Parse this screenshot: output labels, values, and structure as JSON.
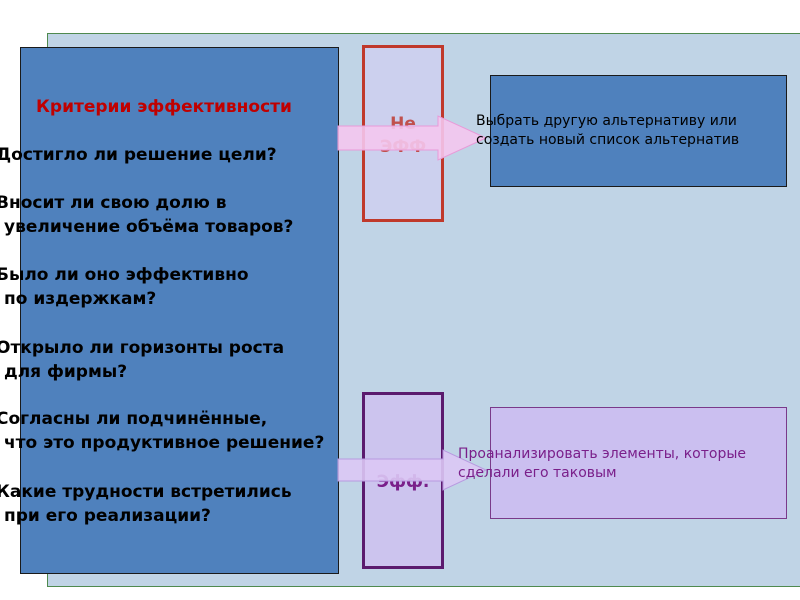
{
  "criteria": {
    "title": "Критерии эффективности",
    "questions": [
      {
        "line1": "Достигло ли решение цели?",
        "line2": ""
      },
      {
        "line1": "Вносит ли свою долю в",
        "line2": "увеличение объёма товаров?"
      },
      {
        "line1": "Было ли оно эффективно",
        "line2": "по издержкам?"
      },
      {
        "line1": "Открыло ли горизонты роста",
        "line2": "для фирмы?"
      },
      {
        "line1": "Согласны ли подчинённые,",
        "line2": "что это продуктивное решение?"
      },
      {
        "line1": "Какие трудности встретились",
        "line2": "при его реализации?"
      }
    ]
  },
  "not_effective": {
    "line1": "Не",
    "line2": "ЭФФ"
  },
  "effective": {
    "label": "Эфф."
  },
  "alternative_box": {
    "line1": "Выбрать другую альтернативу или",
    "line2": "создать новый список альтернатив"
  },
  "analyze_box": {
    "line1": "Проанализировать  элементы, которые",
    "line2": "сделали его таковым"
  },
  "colors": {
    "title_red": "#c00000",
    "box_blue": "#4f81bd",
    "panel_bg": "#c0d4e6",
    "ne_border": "#c0392b",
    "eff_border": "#5b1a6e",
    "purple_text": "#7a1f8a"
  }
}
